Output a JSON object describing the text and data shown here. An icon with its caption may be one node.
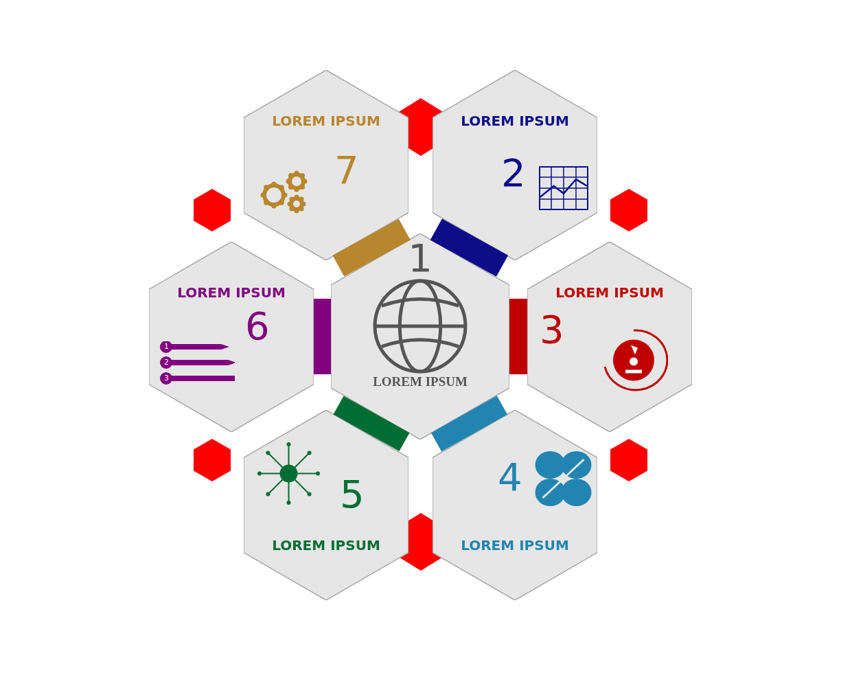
{
  "diagram": {
    "nodes": [
      {
        "text": [
          "LOREM IPSUM",
          "7"
        ]
      },
      {
        "text": [
          "LOREM IPSUM",
          "2"
        ]
      },
      {
        "text": [
          "LOREM IPSUM",
          "6"
        ]
      },
      {
        "text": [
          "1",
          "LOREM IPSUM"
        ]
      },
      {
        "text": [
          "LOREM IPSUM",
          "3"
        ]
      },
      {
        "text": [
          "5",
          "LOREM IPSUM"
        ]
      },
      {
        "text": [
          "4",
          "LOREM IPSUM"
        ]
      },
      {
        "text": [],
        "shape": "hexagon"
      },
      {
        "text": [],
        "shape": "hexagon"
      },
      {
        "text": [],
        "shape": "hexagon"
      },
      {
        "text": [],
        "shape": "hexagon"
      },
      {
        "text": [],
        "shape": "hexagon"
      },
      {
        "text": [],
        "shape": "hexagon"
      }
    ],
    "edges": [
      {
        "from": 3,
        "to": 0,
        "arrow": "none",
        "color": "#b8862e"
      },
      {
        "from": 3,
        "to": 1,
        "arrow": "none",
        "color": "#0d0d8a"
      },
      {
        "from": 3,
        "to": 2,
        "arrow": "none",
        "color": "#800080"
      },
      {
        "from": 3,
        "to": 4,
        "arrow": "none",
        "color": "#c00000"
      },
      {
        "from": 3,
        "to": 5,
        "arrow": "none",
        "color": "#006e33"
      },
      {
        "from": 3,
        "to": 6,
        "arrow": "none",
        "color": "#2284b0"
      }
    ],
    "labels": [
      "1",
      "2",
      "3"
    ]
  }
}
